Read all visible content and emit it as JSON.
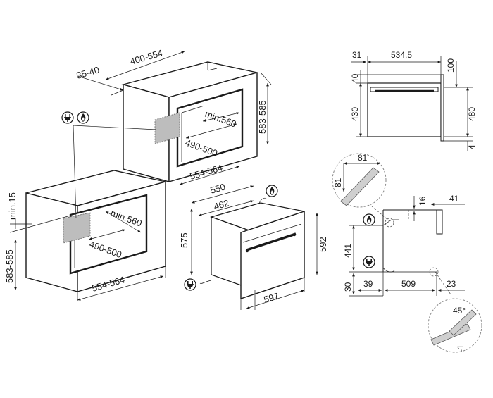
{
  "diagram": {
    "upper_cabinet": {
      "depth": "400-554",
      "rear_gap": "35-40",
      "height": "583-585",
      "width": "554-564",
      "vent_depth": "490-500",
      "min_clearance": "min.560"
    },
    "lower_cabinet": {
      "top_gap": "min.15",
      "height": "583-585",
      "width": "554-564",
      "vent_depth": "490-500",
      "min_clearance": "min.560"
    },
    "oven_3d": {
      "depth_total": "550",
      "depth_body": "462",
      "height_body": "575",
      "height_front": "592",
      "width_front": "597"
    },
    "side_view": {
      "rear_offset": "31",
      "body_depth": "534,5",
      "top_gap": "40",
      "top_clearance": "100",
      "body_height": "430",
      "front_height": "480",
      "bottom_gap": "4"
    },
    "side_section": {
      "chamfer_w": "81",
      "chamfer_h": "81",
      "panel_top": "16",
      "panel_right": "41",
      "height": "441",
      "bottom": "30",
      "rear": "39",
      "depth": "509",
      "front": "23",
      "angle": "45°",
      "gap": "-1"
    },
    "icons": [
      "plug-icon",
      "flame-icon"
    ]
  }
}
